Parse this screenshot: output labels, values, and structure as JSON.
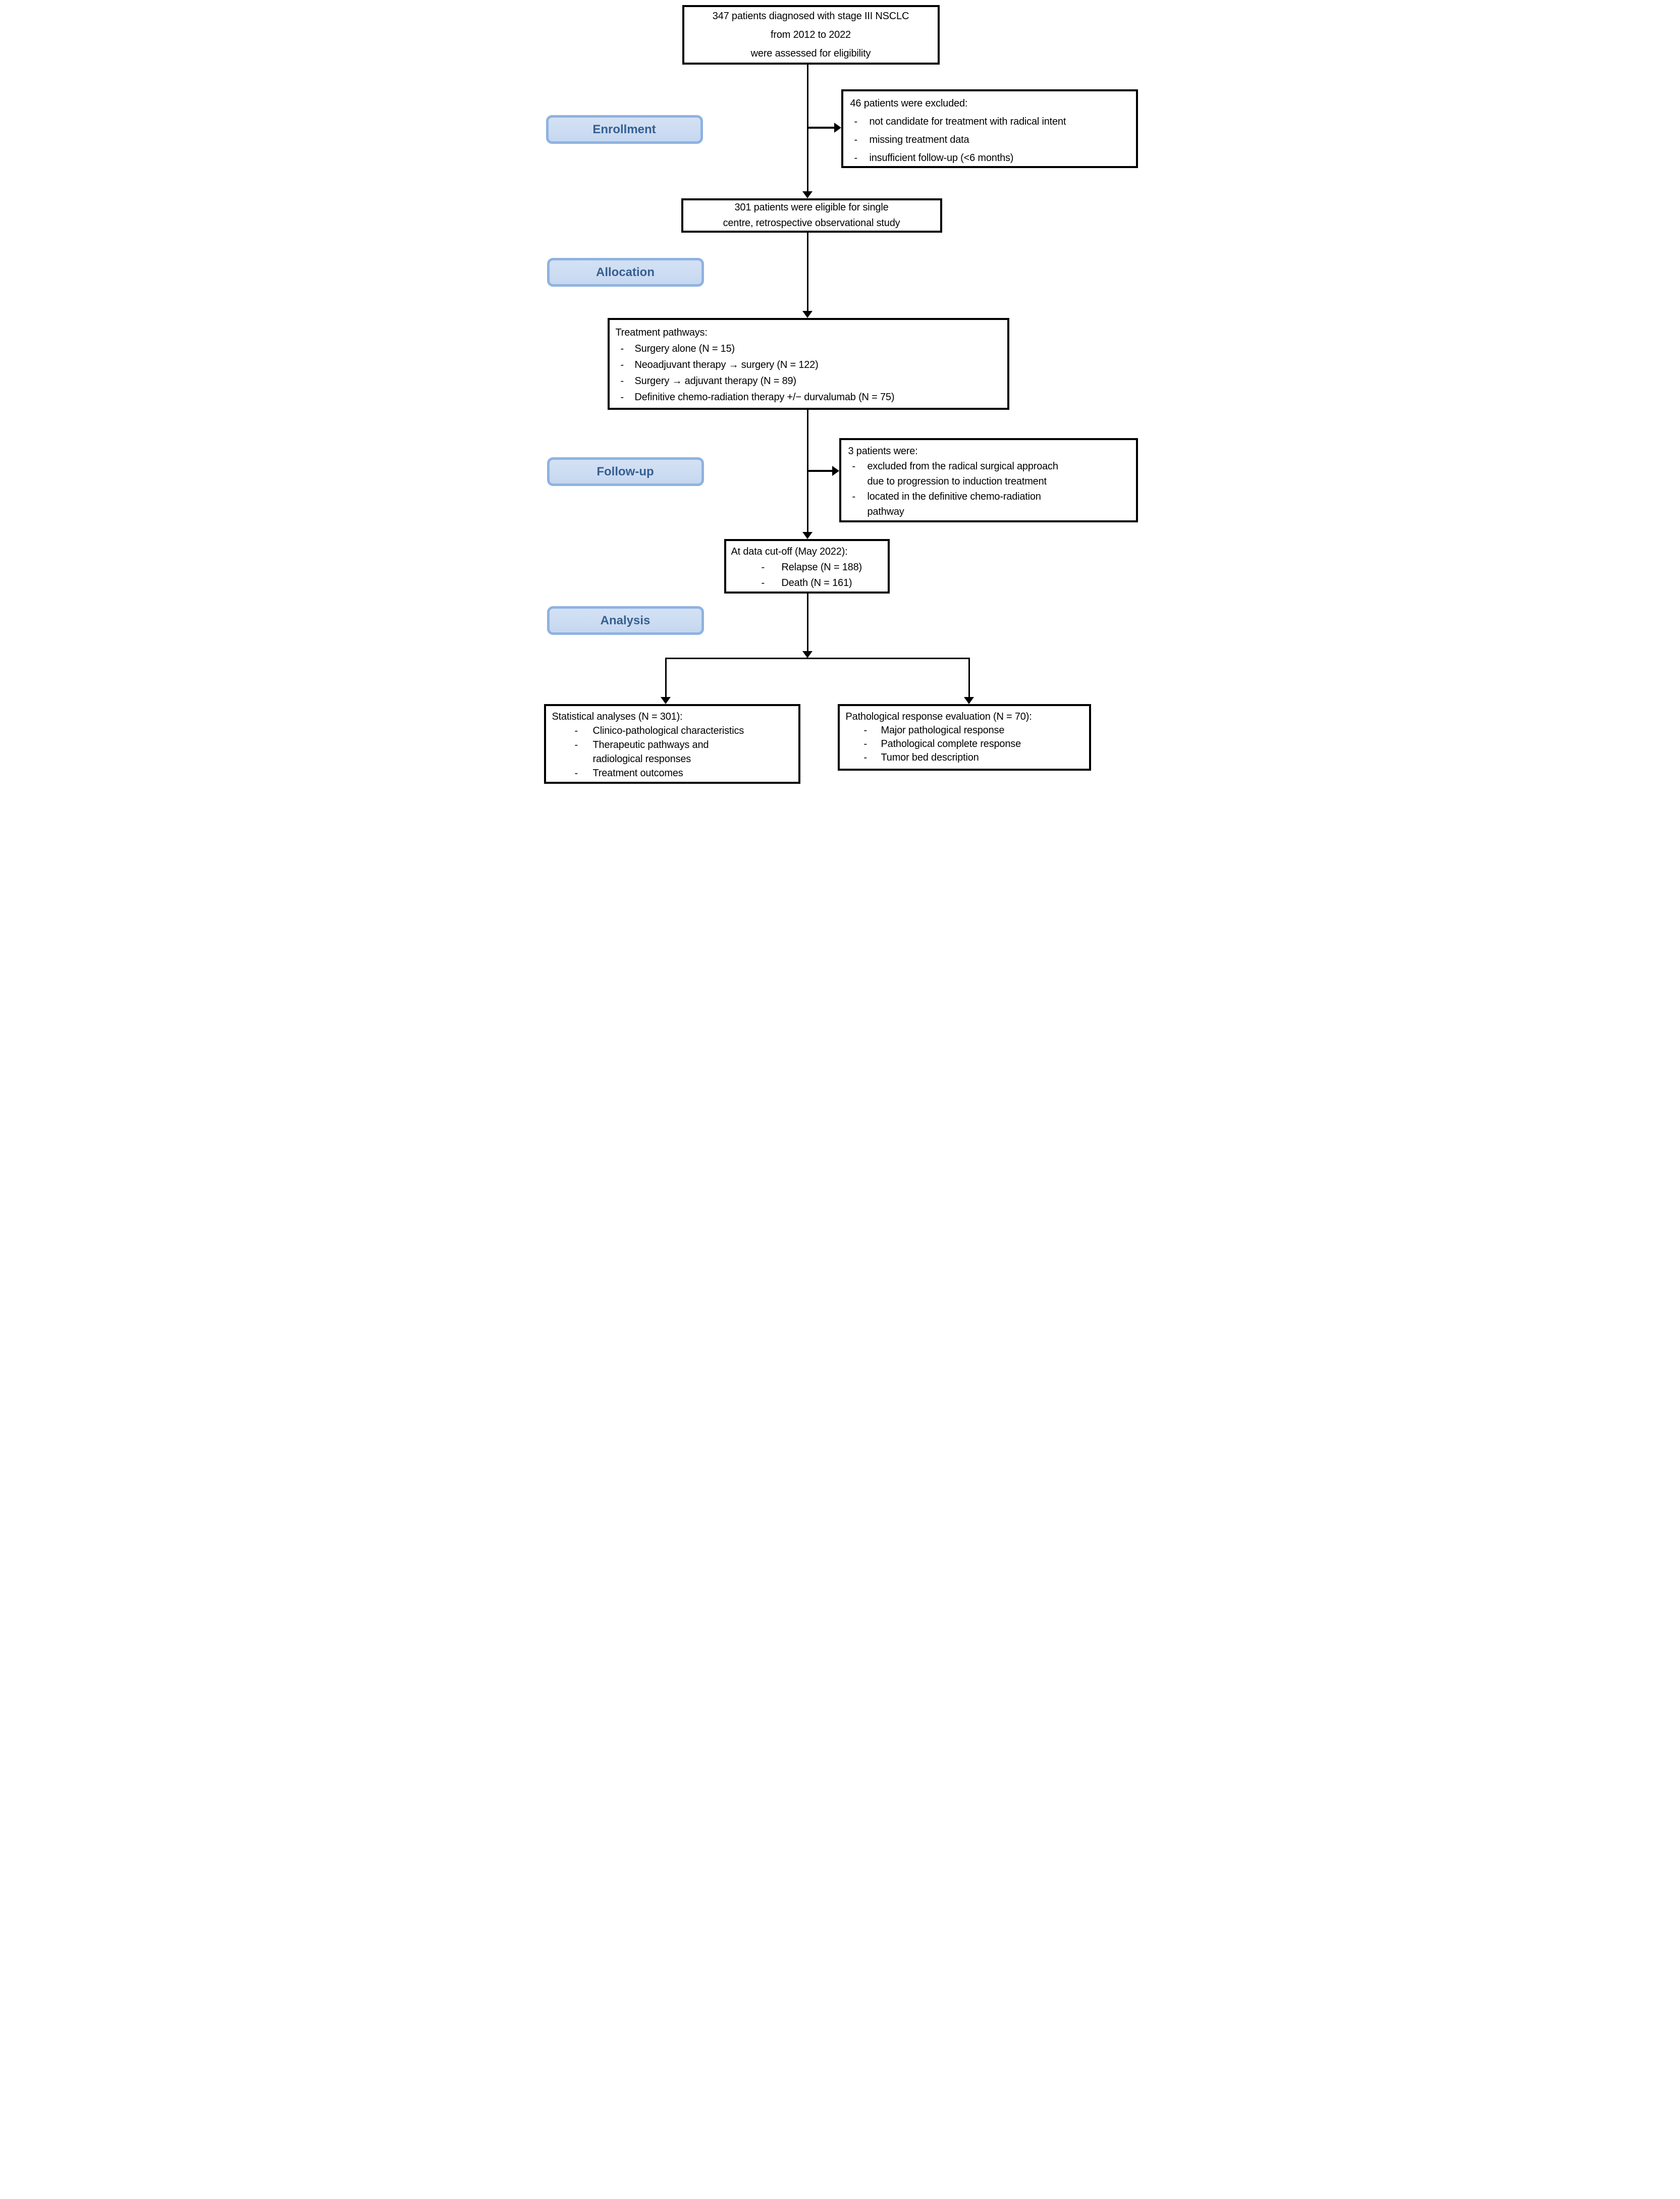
{
  "flowchart": {
    "stages": [
      {
        "label": "Enrollment"
      },
      {
        "label": "Allocation"
      },
      {
        "label": "Follow-up"
      },
      {
        "label": "Analysis"
      }
    ],
    "boxes": {
      "assessed": {
        "text": "347 patients diagnosed with stage III NSCLC\nfrom 2012 to 2022\nwere assessed for eligibility"
      },
      "excluded": {
        "title": "46 patients were excluded:",
        "items": [
          "not candidate for treatment with radical intent",
          "missing treatment data",
          "insufficient follow-up (<6 months)"
        ]
      },
      "eligible": {
        "text": "301 patients were eligible for single\ncentre, retrospective observational study"
      },
      "pathways": {
        "title": "Treatment pathways:",
        "items": [
          "Surgery alone (N = 15)",
          "Neoadjuvant therapy → surgery (N = 122)",
          "Surgery → adjuvant therapy (N = 89)",
          "Definitive chemo-radiation therapy +/− durvalumab (N = 75)"
        ]
      },
      "followup_exclusions": {
        "title": "3 patients were:",
        "items": [
          "excluded from the radical surgical approach\ndue to progression to induction treatment",
          "located in the definitive chemo-radiation\npathway"
        ]
      },
      "cutoff": {
        "title": "At data cut-off (May 2022):",
        "items": [
          "Relapse (N = 188)",
          "Death (N = 161)"
        ]
      },
      "statistical": {
        "title": "Statistical analyses (N = 301):",
        "items": [
          "Clinico-pathological characteristics",
          "Therapeutic pathways and\nradiological responses",
          "Treatment outcomes"
        ]
      },
      "pathological": {
        "title": "Pathological response evaluation (N = 70):",
        "items": [
          "Major pathological response",
          "Pathological complete response",
          "Tumor bed description"
        ]
      }
    },
    "colors": {
      "stage_fill": "#ccdcf2",
      "stage_border": "#8eb3e0",
      "stage_text": "#365f91",
      "box_border": "#000000",
      "line": "#000000",
      "background": "#ffffff"
    }
  }
}
